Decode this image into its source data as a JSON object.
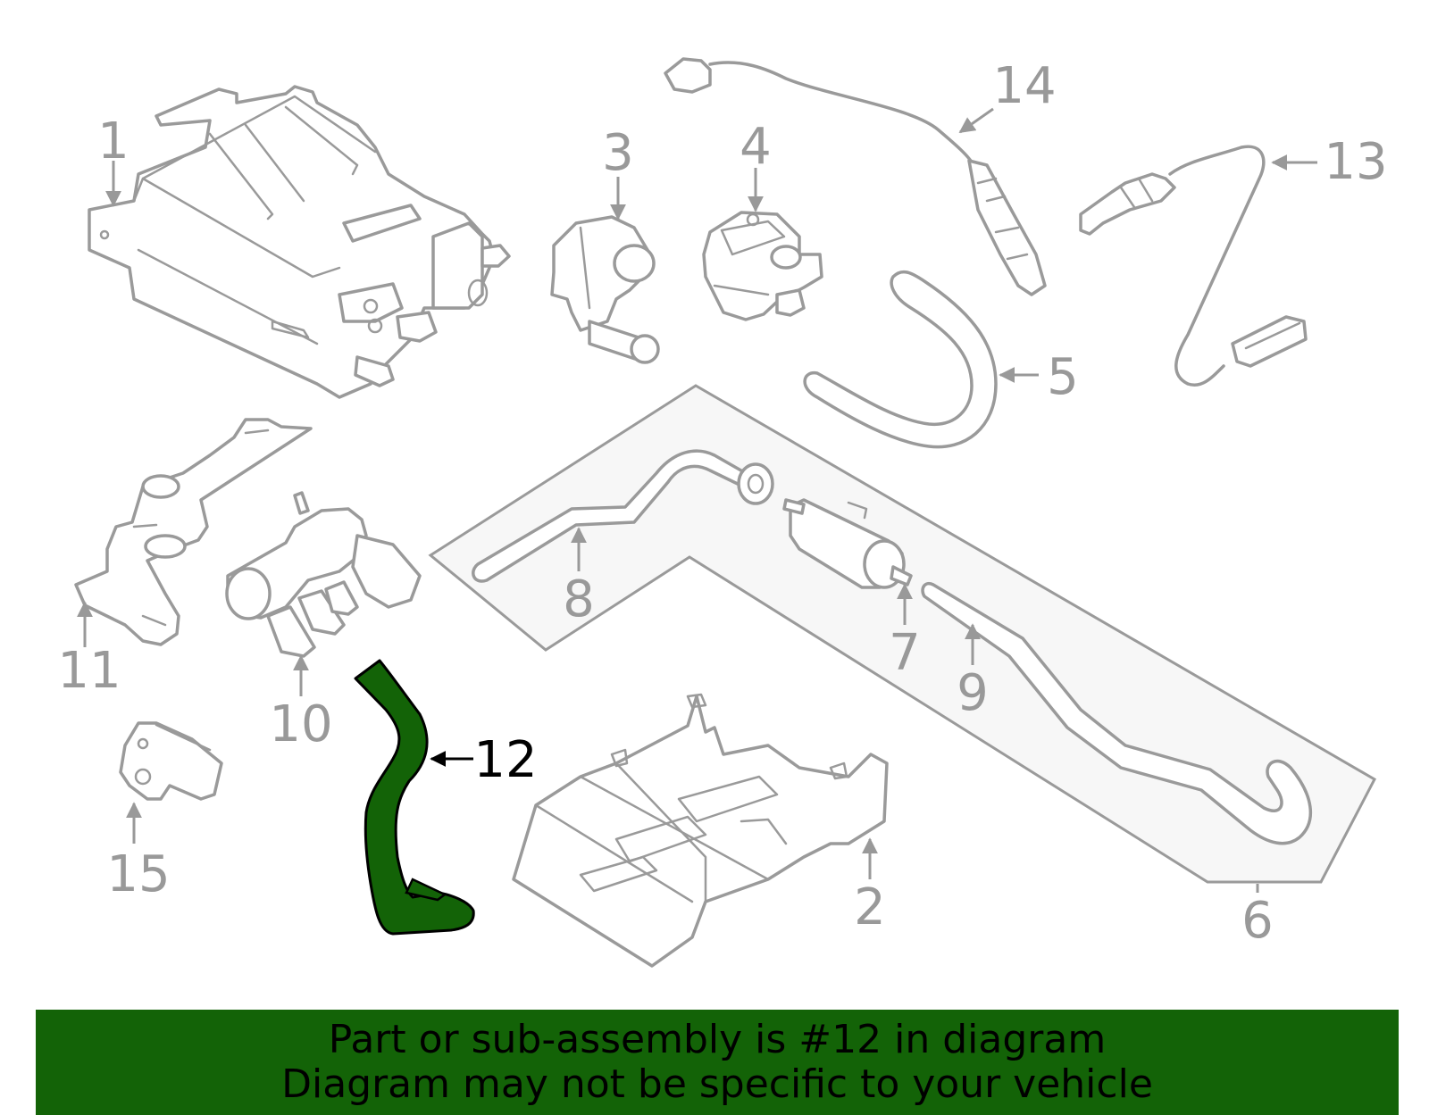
{
  "diagram": {
    "highlight_part": "12",
    "highlight_color": "#136307",
    "part_stroke_color": "#9a9a9a",
    "label_color": "#999999",
    "callouts": {
      "p1": "1",
      "p2": "2",
      "p3": "3",
      "p4": "4",
      "p5": "5",
      "p6": "6",
      "p7": "7",
      "p8": "8",
      "p9": "9",
      "p10": "10",
      "p11": "11",
      "p12": "12",
      "p13": "13",
      "p14": "14",
      "p15": "15"
    }
  },
  "banner": {
    "background": "#136307",
    "line1": "Part or sub-assembly is #12 in diagram",
    "line2": "Diagram may not be specific to your vehicle"
  }
}
